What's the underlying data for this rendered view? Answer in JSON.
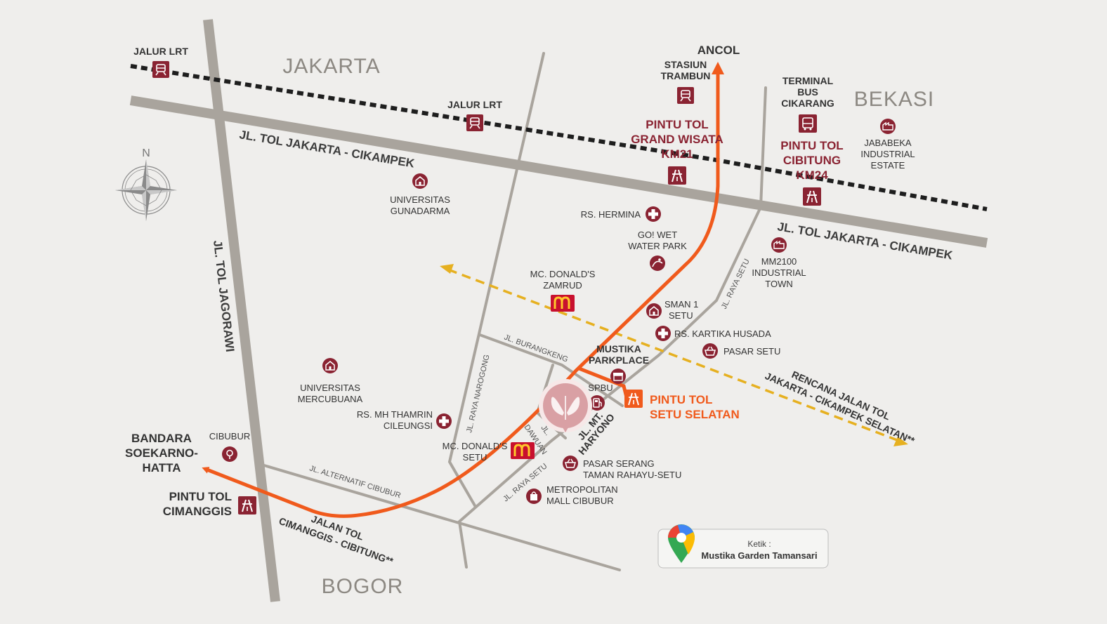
{
  "regions": {
    "jakarta": "JAKARTA",
    "bekasi": "BEKASI",
    "bogor": "BOGOR"
  },
  "compass": {
    "north": "N"
  },
  "roads": {
    "tol_cikampek_1": "JL. TOL JAKARTA - CIKAMPEK",
    "tol_cikampek_2": "JL. TOL JAKARTA - CIKAMPEK",
    "tol_jagorawi": "JL. TOL JAGORAWI",
    "burangkeng": "JL. BURANGKENG",
    "raya_narogong": "JL. RAYA NAROGONG",
    "raya_setu_upper": "JL. RAYA SETU",
    "raya_setu_lower": "JL. RAYA SETU",
    "alternatif_cibubur": "JL. ALTERNATIF CIBUBUR",
    "dawuan": [
      "JL.",
      "DAWUAN"
    ],
    "mt_haryono": [
      "JL. MT.",
      "HARYONO"
    ],
    "cimanggis_cibitung": [
      "JALAN TOL",
      "CIMANGGIS - CIBITUNG**"
    ],
    "rencana_selatan": [
      "RENCANA JALAN TOL",
      "JAKARTA - CIKAMPEK SELATAN**"
    ]
  },
  "lrt": {
    "left": "JALUR LRT",
    "middle": "JALUR LRT"
  },
  "destinations": {
    "ancol": "ANCOL",
    "bandara": [
      "BANDARA",
      "SOEKARNO-",
      "HATTA"
    ]
  },
  "tolls": {
    "grand_wisata": [
      "PINTU TOL",
      "GRAND WISATA",
      "KM21"
    ],
    "cibitung": [
      "PINTU TOL",
      "CIBITUNG",
      "KM24"
    ],
    "setu_selatan": [
      "PINTU TOL",
      "SETU SELATAN"
    ],
    "cimanggis": [
      "PINTU TOL",
      "CIMANGGIS"
    ]
  },
  "pois": {
    "stasiun": [
      "STASIUN",
      "TRAMBUN"
    ],
    "terminal": [
      "TERMINAL",
      "BUS",
      "CIKARANG"
    ],
    "jababeka": [
      "JABABEKA",
      "INDUSTRIAL",
      "ESTATE"
    ],
    "gunadarma": [
      "UNIVERSITAS",
      "GUNADARMA"
    ],
    "hermina": "RS. HERMINA",
    "gowet": [
      "GO! WET",
      "WATER PARK"
    ],
    "mm2100": [
      "MM2100",
      "INDUSTRIAL",
      "TOWN"
    ],
    "mcd_zamrud": [
      "MC. DONALD'S",
      "ZAMRUD"
    ],
    "sman": [
      "SMAN 1",
      "SETU"
    ],
    "kartika": "RS. KARTIKA HUSADA",
    "pasar_setu": "PASAR SETU",
    "mustika": [
      "MUSTIKA",
      "PARKPLACE"
    ],
    "spbu": "SPBU",
    "mercubuana": [
      "UNIVERSITAS",
      "MERCUBUANA"
    ],
    "thamrin": [
      "RS. MH THAMRIN",
      "CILEUNGSI"
    ],
    "mcd_setu": [
      "MC. DONALD'S",
      "SETU"
    ],
    "cibubur": "CIBUBUR",
    "pasar_serang": [
      "PASAR SERANG",
      "TAMAN RAHAYU-SETU"
    ],
    "metropolitan": [
      "METROPOLITAN",
      "MALL CIBUBUR"
    ]
  },
  "mcd_logo": "M",
  "maps_box": {
    "prefix": "Ketik :",
    "name": "Mustika Garden Tamansari"
  },
  "colors": {
    "background": "#efeeec",
    "road": "#a9a49d",
    "route": "#f05a1c",
    "planned": "#e6b020",
    "icon": "#8a2332",
    "toll_orange": "#f05a1c",
    "mcd_red": "#c8102e",
    "mcd_yellow": "#ffc72c"
  }
}
